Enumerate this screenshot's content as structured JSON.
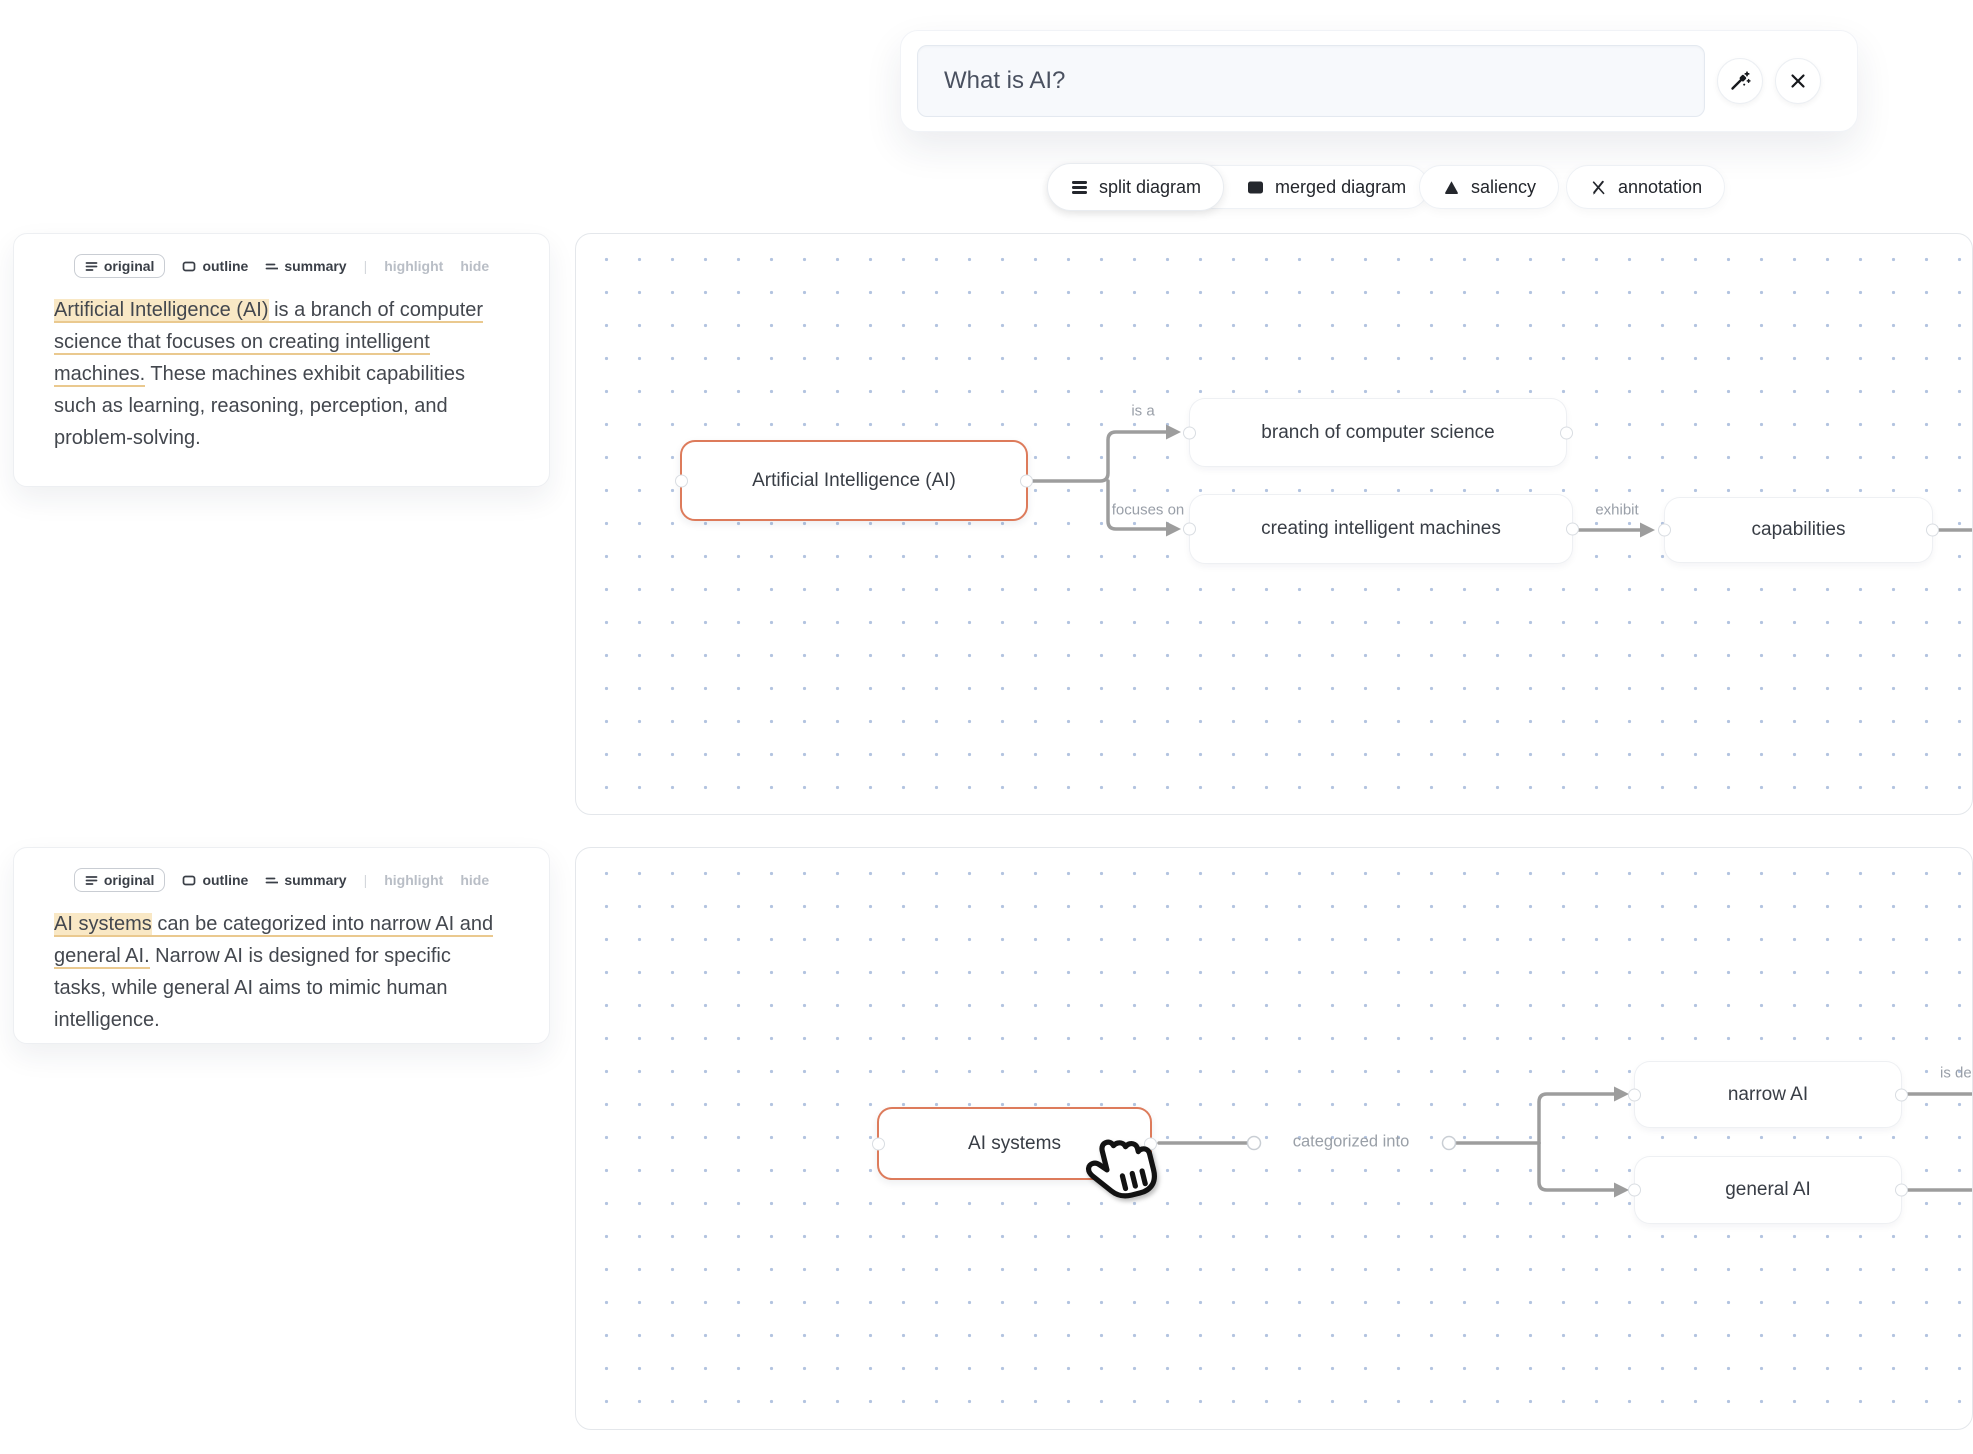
{
  "query": {
    "value": "What is AI?",
    "wand_icon": "magic-wand",
    "close_icon": "close"
  },
  "toolbar": {
    "split_label": "split diagram",
    "merged_label": "merged diagram",
    "saliency_label": "saliency",
    "annotation_label": "annotation",
    "icons": [
      "rows-icon",
      "filled-square-icon",
      "triangle-icon",
      "pen-slash-icon"
    ]
  },
  "panels": [
    {
      "tabs": {
        "original": "original",
        "outline": "outline",
        "summary": "summary",
        "separator": "|",
        "highlight": "highlight",
        "hide": "hide"
      },
      "text": {
        "highlight": "Artificial Intelligence (AI)",
        "underlined": " is a branch of computer science that focuses on creating intelligent machines.",
        "plain": " These machines exhibit capabilities such as learning, reasoning, perception, and problem-solving."
      }
    },
    {
      "tabs": {
        "original": "original",
        "outline": "outline",
        "summary": "summary",
        "separator": "|",
        "highlight": "highlight",
        "hide": "hide"
      },
      "text": {
        "highlight": "AI systems",
        "underlined": " can be categorized into narrow AI and general AI.",
        "plain": " Narrow AI is designed for specific tasks, while general AI aims to mimic human intelligence."
      }
    }
  ],
  "diagram1": {
    "root": "Artificial Intelligence (AI)",
    "branch": "branch of computer science",
    "creating": "creating intelligent machines",
    "capabilities": "capabilities",
    "labels": {
      "is_a": "is a",
      "focuses_on": "focuses on",
      "exhibit": "exhibit"
    }
  },
  "diagram2": {
    "root": "AI systems",
    "narrow": "narrow AI",
    "general": "general AI",
    "labels": {
      "categorized_into": "categorized into",
      "is_de": "is de"
    }
  },
  "colors": {
    "accent_orange": "#dd7b5b",
    "edge_gray": "#9d9d9d",
    "highlight_bg": "#f9e8c5",
    "underline": "#eac98f",
    "grid_dot": "#b3c4e0"
  }
}
